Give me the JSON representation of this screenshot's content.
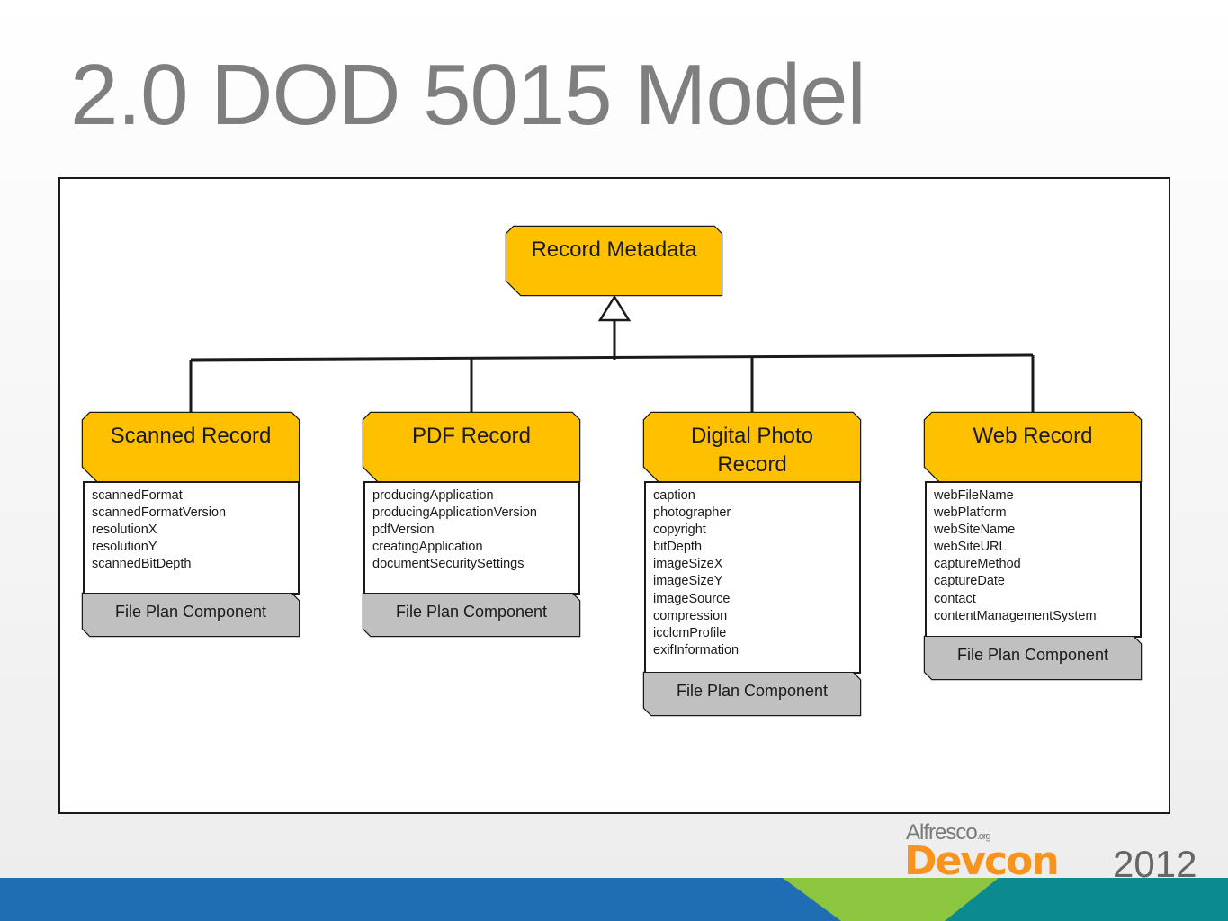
{
  "slide": {
    "title": "2.0 DOD 5015 Model"
  },
  "diagram": {
    "parent": {
      "label": "Record Metadata"
    },
    "children": [
      {
        "label": "Scanned Record",
        "attributes": [
          "scannedFormat",
          "scannedFormatVersion",
          "resolutionX",
          "resolutionY",
          "scannedBitDepth"
        ],
        "footer": "File Plan Component"
      },
      {
        "label": "PDF Record",
        "attributes": [
          "producingApplication",
          "producingApplicationVersion",
          "pdfVersion",
          "creatingApplication",
          "documentSecuritySettings"
        ],
        "footer": "File Plan Component"
      },
      {
        "label": "Digital Photo Record",
        "attributes": [
          "caption",
          "photographer",
          "copyright",
          "bitDepth",
          "imageSizeX",
          "imageSizeY",
          "imageSource",
          "compression",
          "icclcmProfile",
          "exifInformation"
        ],
        "footer": "File Plan Component"
      },
      {
        "label": "Web Record",
        "attributes": [
          "webFileName",
          "webPlatform",
          "webSiteName",
          "webSiteURL",
          "captureMethod",
          "captureDate",
          "contact",
          "contentManagementSystem"
        ],
        "footer": "File Plan Component"
      }
    ]
  },
  "logo": {
    "brand": "Alfresco",
    "brand_suffix": ".org",
    "event": "Devcon",
    "year": "2012"
  },
  "colors": {
    "node_fill": "#ffc000",
    "footer_fill": "#c0c0c0",
    "title": "#7f7f7f",
    "band_blue": "#1f6db3",
    "band_green": "#8cc63f",
    "band_teal": "#0b8a8f",
    "logo_orange": "#f7941d"
  }
}
